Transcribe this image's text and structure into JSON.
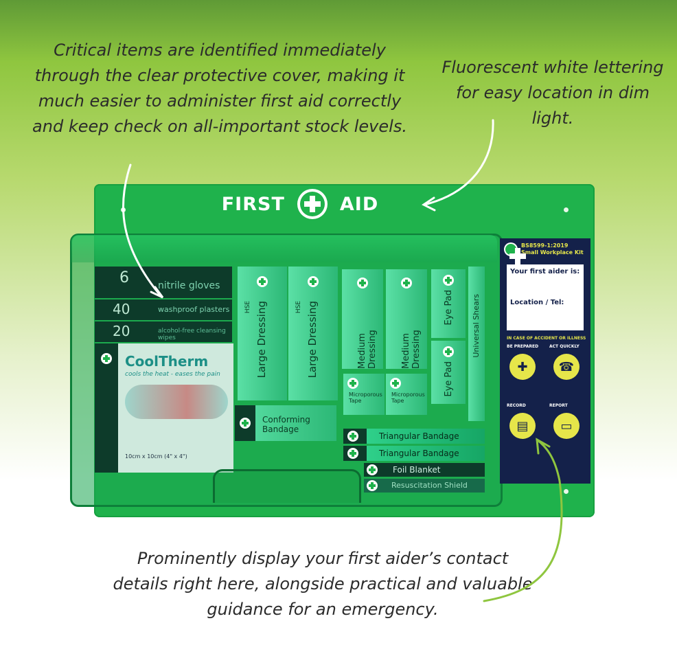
{
  "callouts": {
    "left": "Critical items are identified immediately through the clear protective cover, making it much easier to administer first aid correctly and keep check on all-important stock levels.",
    "right": "Fluorescent white lettering for easy location in dim light.",
    "bottom": "Prominently display your first aider’s contact details right here, alongside practical and valuable guidance for an emergency."
  },
  "cabinet": {
    "title_left": "FIRST",
    "title_right": "AID",
    "colors": {
      "cabinet": "#1fb24c",
      "panel": "#14214a",
      "box_dark": "#0d3b2a"
    }
  },
  "products": {
    "gloves_count": "6",
    "gloves_label": "nitrile gloves",
    "plasters_count": "40",
    "plasters_label": "washproof plasters",
    "wipes_count": "20",
    "wipes_label": "alcohol-free cleansing wipes",
    "cooltherm_brand": "CoolTherm",
    "cooltherm_tag": "cools the heat - eases the pain",
    "cooltherm_size": "10cm x 10cm (4\" x 4\")",
    "large_dressing": "Large Dressing",
    "medium_dressing": "Medium Dressing",
    "eye_pad": "Eye Pad",
    "universal_shears": "Universal Shears",
    "microporous_tape": "Microporous Tape",
    "conforming_bandage": "Conforming Bandage",
    "triangular_bandage": "Triangular Bandage",
    "foil_blanket": "Foil Blanket",
    "resuscitation_shield": "Resuscitation Shield",
    "hse": "HSE"
  },
  "panel": {
    "standard": "BS8599-1:2019",
    "kit": "Small Workplace Kit",
    "first_aider": "Your first aider is:",
    "location": "Location / Tel:",
    "accident": "IN CASE OF ACCIDENT OR ILLNESS",
    "be_prepared": "BE PREPARED",
    "act_quickly": "ACT QUICKLY",
    "record": "RECORD",
    "report": "REPORT"
  }
}
